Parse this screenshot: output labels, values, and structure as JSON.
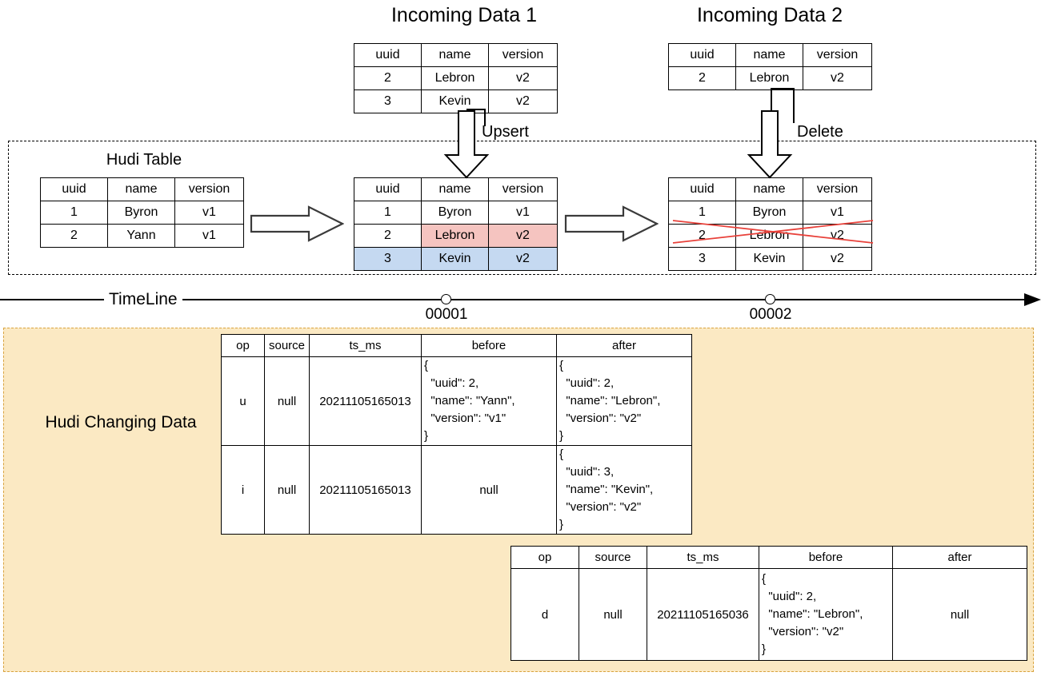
{
  "diagram": {
    "title_incoming_1": "Incoming Data 1",
    "title_incoming_2": "Incoming Data 2",
    "hudi_table_label": "Hudi Table",
    "upsert_label": "Upsert",
    "delete_label": "Delete",
    "timeline_label": "TimeLine",
    "changing_data_label": "Hudi Changing Data"
  },
  "colors": {
    "highlight_update": "#f5c4c0",
    "highlight_insert": "#c5d9f1",
    "delete_mark": "#e8413a",
    "panel_fill": "#fbe9c3",
    "panel_border": "#d9a441"
  },
  "record_columns": [
    "uuid",
    "name",
    "version"
  ],
  "incoming_1": {
    "rows": [
      [
        "2",
        "Lebron",
        "v2"
      ],
      [
        "3",
        "Kevin",
        "v2"
      ]
    ]
  },
  "incoming_2": {
    "rows": [
      [
        "2",
        "Lebron",
        "v2"
      ]
    ]
  },
  "hudi_initial": {
    "rows": [
      [
        "1",
        "Byron",
        "v1"
      ],
      [
        "2",
        "Yann",
        "v1"
      ]
    ]
  },
  "hudi_after_upsert": {
    "rows": [
      [
        "1",
        "Byron",
        "v1"
      ],
      [
        "2",
        "Lebron",
        "v2"
      ],
      [
        "3",
        "Kevin",
        "v2"
      ]
    ]
  },
  "hudi_after_delete": {
    "rows": [
      [
        "1",
        "Byron",
        "v1"
      ],
      [
        "2",
        "Lebron",
        "v2"
      ],
      [
        "3",
        "Kevin",
        "v2"
      ]
    ]
  },
  "timeline": {
    "commits": [
      {
        "id": "00001"
      },
      {
        "id": "00002"
      }
    ]
  },
  "changelog_columns": [
    "op",
    "source",
    "ts_ms",
    "before",
    "after"
  ],
  "changelog_upsert": {
    "rows": [
      {
        "op": "u",
        "source": "null",
        "ts_ms": "20211105165013",
        "before": "{\n  \"uuid\": 2,\n  \"name\": \"Yann\",\n  \"version\": \"v1\"\n}",
        "after": "{\n  \"uuid\": 2,\n  \"name\": \"Lebron\",\n  \"version\": \"v2\"\n}"
      },
      {
        "op": "i",
        "source": "null",
        "ts_ms": "20211105165013",
        "before": "null",
        "after": "{\n  \"uuid\": 3,\n  \"name\": \"Kevin\",\n  \"version\": \"v2\"\n}"
      }
    ]
  },
  "changelog_delete": {
    "rows": [
      {
        "op": "d",
        "source": "null",
        "ts_ms": "20211105165036",
        "before": "{\n  \"uuid\": 2,\n  \"name\": \"Lebron\",\n  \"version\": \"v2\"\n}",
        "after": "null"
      }
    ]
  }
}
